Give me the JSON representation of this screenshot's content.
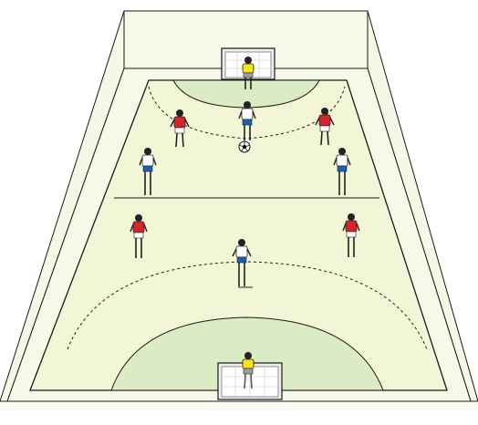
{
  "diagram": {
    "subject": "indoor-football-drill",
    "colors": {
      "background": "#ffffff",
      "walls": "#f7f9e8",
      "pitch": "#f2f6d6",
      "goal_area": "#dbebc4",
      "lines": "#1a1a1a",
      "team_red": "#d6262d",
      "team_white": "#ffffff",
      "shorts_blue": "#1f5fb8",
      "goalkeeper": "#f2e61e",
      "goalkeeper_shorts": "#9aa0a6",
      "goal_net": "#d9d9d9"
    },
    "players": [
      {
        "role": "goalkeeper-top",
        "team": "keeper"
      },
      {
        "role": "red-top-left",
        "team": "red"
      },
      {
        "role": "white-top-center",
        "team": "white"
      },
      {
        "role": "red-top-right",
        "team": "red"
      },
      {
        "role": "white-left-mid",
        "team": "white"
      },
      {
        "role": "white-right-mid",
        "team": "white"
      },
      {
        "role": "red-left-low",
        "team": "red"
      },
      {
        "role": "red-right-low",
        "team": "red"
      },
      {
        "role": "white-center-low",
        "team": "white"
      },
      {
        "role": "goalkeeper-bottom",
        "team": "keeper"
      }
    ],
    "ball": {
      "icon": "soccer-ball-icon"
    }
  }
}
